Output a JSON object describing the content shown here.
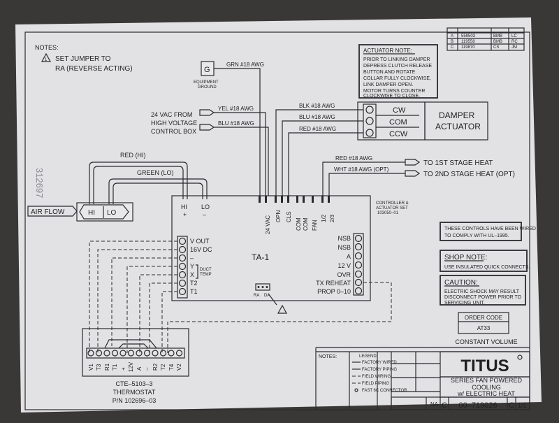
{
  "notes": {
    "heading": "NOTES:",
    "note1_line1": "SET JUMPER TO",
    "note1_line2": "RA (REVERSE ACTING)",
    "note_symbol": "1"
  },
  "handwriting": "312697",
  "revision_table": {
    "rows": [
      [
        "A",
        "559503",
        "BMB",
        "LC"
      ],
      [
        "B",
        "119558",
        "BMB",
        "RC"
      ],
      [
        "C",
        "119870",
        "CS",
        "JM"
      ]
    ]
  },
  "actuator_note": {
    "heading": "ACTUATOR NOTE:",
    "lines": [
      "PRIOR TO LINKING DAMPER",
      "DEPRESS CLUTCH RELEASE",
      "BUTTON AND ROTATE",
      "COLLAR FULLY CLOCKWISE,",
      "LINK DAMPER OPEN.",
      "MOTOR TURNS COUNTER",
      "CLOCKWISE TO CLOSE."
    ]
  },
  "ground": {
    "symbol": "G",
    "label1": "EQUIPMENT",
    "label2": "GROUND",
    "wire": "GRN #18 AWG"
  },
  "supply": {
    "line1": "24 VAC FROM",
    "line2": "HIGH VOLTAGE",
    "line3": "CONTROL BOX",
    "wire_yel": "YEL #18 AWG",
    "wire_blu": "BLU #18 AWG"
  },
  "damper": {
    "wire_blk": "BLK #18 AWG",
    "wire_blu": "BLU #18 AWG",
    "wire_red": "RED #18 AWG",
    "terminals": [
      "CW",
      "COM",
      "CCW"
    ],
    "title1": "DAMPER",
    "title2": "ACTUATOR"
  },
  "heat": {
    "wire1": "RED #18 AWG",
    "wire2": "WHT #18 AWG (OPT)",
    "dest1": "TO 1ST STAGE HEAT",
    "dest2": "TO 2ND STAGE HEAT (OPT)"
  },
  "airflow": {
    "label": "AIR FLOW",
    "hi": "HI",
    "lo": "LO",
    "red_hi": "RED (HI)",
    "green_lo": "GREEN (LO)"
  },
  "controller": {
    "name": "TA-1",
    "hi_lo": [
      "HI",
      "LO"
    ],
    "hi_lo_sign": [
      "+",
      "–"
    ],
    "top_terminals": [
      "24 VAC",
      "OPN",
      "CLS",
      "COM",
      "COM",
      "FAN",
      "1/2",
      "2/3"
    ],
    "left_terminals": [
      "V OUT",
      "16V DC",
      "–",
      "Y",
      "X",
      "T2",
      "T1"
    ],
    "duct_temp": [
      "DUCT",
      "TEMP"
    ],
    "right_terminals": [
      "NSB",
      "NSB",
      "A",
      "12 V",
      "OVR",
      "TX REHEAT",
      "PROP 0–10"
    ],
    "jumper": [
      "RA",
      "DA"
    ],
    "set_label": [
      "CONTROLLER &",
      "ACTUATOR SET",
      "103050–01"
    ]
  },
  "compliance": {
    "line1": "THESE CONTROLS HAVE BEEN WIRED",
    "line2": "TO COMPLY WITH UL–1995."
  },
  "shop_note": {
    "heading": "SHOP NOTE:",
    "text": "USE INSULATED QUICK CONNECTS."
  },
  "caution": {
    "heading": "CAUTION:",
    "lines": [
      "ELECTRIC SHOCK MAY RESULT",
      "DISCONNECT POWER PRIOR TO",
      "SERVICING UNIT."
    ]
  },
  "order_code": {
    "label": "ORDER CODE",
    "value": "AT33",
    "type": "CONSTANT VOLUME"
  },
  "thermostat": {
    "terminals": [
      "V1",
      "T3",
      "R1",
      "T1",
      "+",
      "12V",
      "A",
      "–",
      "R2",
      "T2",
      "T4",
      "V2"
    ],
    "line1": "CTE–5103–3",
    "line2": "THERMOSTAT",
    "line3": "P/N 102696–03"
  },
  "title_block": {
    "notes": "NOTES:",
    "legend": "LEGEND",
    "legend_items": [
      "FACTORY WIRED",
      "FACTORY PIPING",
      "FIELD WIRING",
      "FIELD PIPING",
      "FAST 6C CONNECTOR"
    ],
    "brand": "TITUS",
    "title1": "SERIES FAN POWERED",
    "title2": "COOLING",
    "title3": "w/ ELECTRIC HEAT",
    "drawing_no": "00–719026",
    "rev": "C",
    "sheet": "1/1",
    "size": "C",
    "scale": "NA"
  }
}
